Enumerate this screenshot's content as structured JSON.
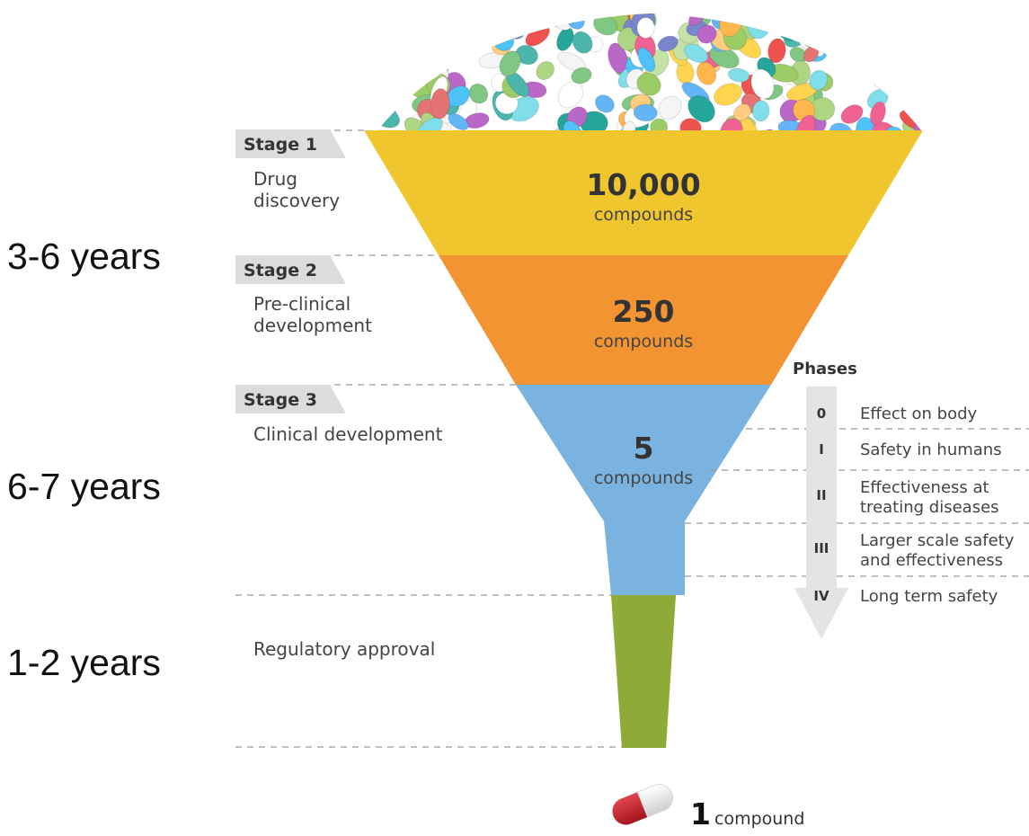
{
  "years": {
    "discovery": "3-6 years",
    "clinical": "6-7 years",
    "approval": "1-2 years"
  },
  "stages": [
    {
      "tag": "Stage 1",
      "desc": [
        "Drug",
        "discovery"
      ]
    },
    {
      "tag": "Stage 2",
      "desc": [
        "Pre-clinical",
        "development"
      ]
    },
    {
      "tag": "Stage 3",
      "desc": [
        "Clinical development"
      ]
    }
  ],
  "regulatory": "Regulatory approval",
  "funnel": [
    {
      "count": "10,000",
      "unit": "compounds",
      "color": "#F0C62E"
    },
    {
      "count": "250",
      "unit": "compounds",
      "color": "#F39433"
    },
    {
      "count": "5",
      "unit": "compounds",
      "color": "#7BB3E0"
    },
    {
      "count": "",
      "unit": "",
      "color": "#8EAA37"
    }
  ],
  "phases": {
    "title": "Phases",
    "items": [
      {
        "num": "0",
        "desc": [
          "Effect on body"
        ]
      },
      {
        "num": "I",
        "desc": [
          "Safety in humans"
        ]
      },
      {
        "num": "II",
        "desc": [
          "Effectiveness at",
          "treating diseases"
        ]
      },
      {
        "num": "III",
        "desc": [
          "Larger scale safety",
          "and effectiveness"
        ]
      },
      {
        "num": "IV",
        "desc": [
          "Long term safety"
        ]
      }
    ]
  },
  "result": {
    "count": "1",
    "unit": "compound"
  },
  "colors": {
    "tag_bg": "#DCDCDC",
    "arrow": "#E4E4E4",
    "pill_red": "#C8202C",
    "pill_white": "#F2F2F2"
  }
}
